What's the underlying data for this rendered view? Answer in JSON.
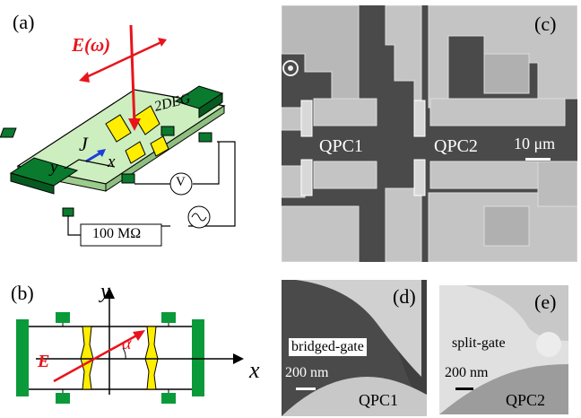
{
  "panels": {
    "a": {
      "label": "(a)",
      "field_label": "E(ω)",
      "sample_label": "2DEG",
      "current_label": "J",
      "axis_x": "x",
      "axis_y": "y",
      "voltmeter": "V",
      "resistor": "100 MΩ"
    },
    "b": {
      "label": "(b)",
      "axis_x": "x",
      "axis_y": "y",
      "angle": "α",
      "field": "E"
    },
    "c": {
      "label": "(c)",
      "qpc1": "QPC1",
      "qpc2": "QPC2",
      "scale": "10 μm"
    },
    "d": {
      "label": "(d)",
      "gate_type": "bridged-gate",
      "scale": "200 nm",
      "name": "QPC1"
    },
    "e": {
      "label": "(e)",
      "gate_type": "split-gate",
      "scale": "200 nm",
      "name": "QPC2"
    }
  },
  "colors": {
    "sample_green": "#cdeebf",
    "contact_green": "#0a7a2e",
    "gate_yellow": "#ffee00",
    "arrow_red": "#e8141c",
    "arrow_blue": "#1b3fd8",
    "sem_dark": "#4a4a4a",
    "sem_light": "#c9c9c9"
  }
}
